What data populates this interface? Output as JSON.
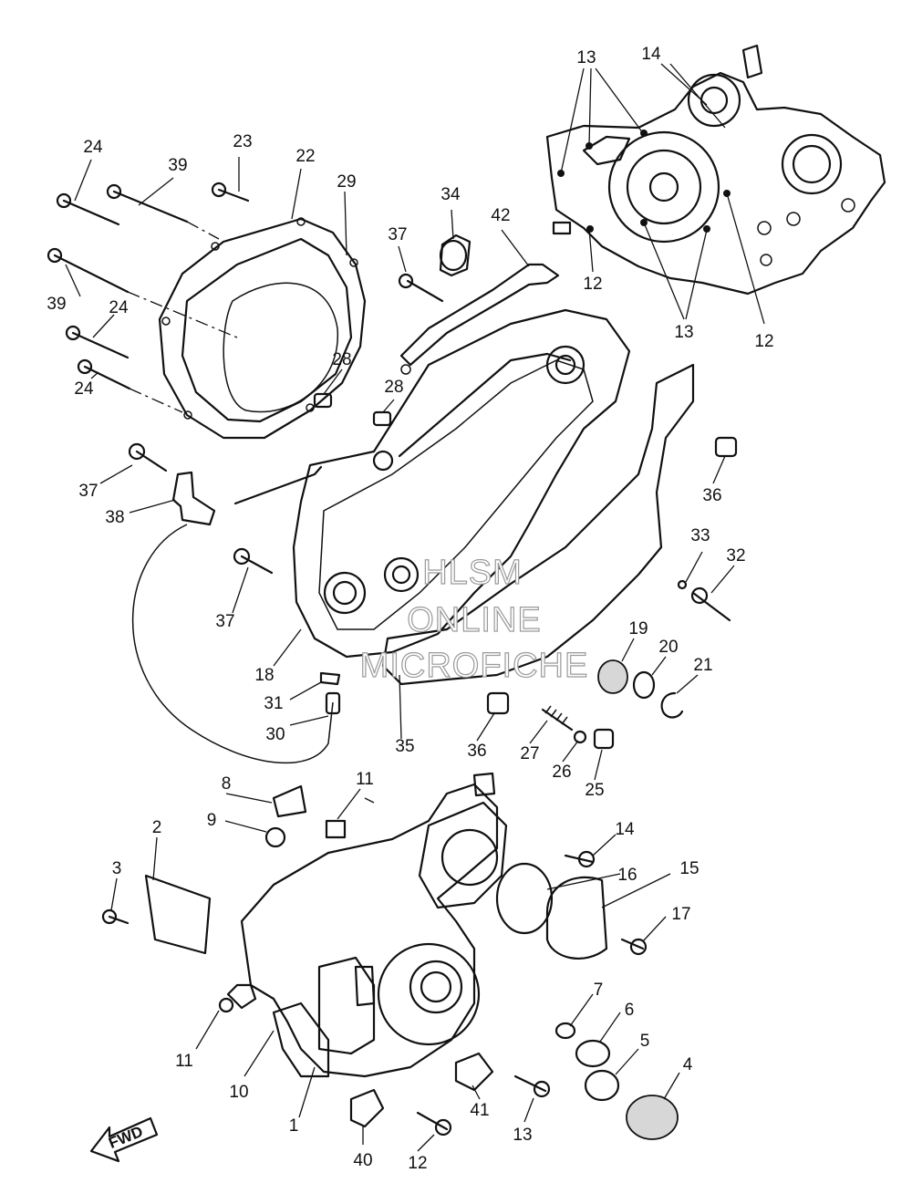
{
  "callouts": [
    {
      "id": "c1",
      "text": "1"
    },
    {
      "id": "c2",
      "text": "2"
    },
    {
      "id": "c3",
      "text": "3"
    },
    {
      "id": "c4",
      "text": "4"
    },
    {
      "id": "c5",
      "text": "5"
    },
    {
      "id": "c6",
      "text": "6"
    },
    {
      "id": "c7",
      "text": "7"
    },
    {
      "id": "c8",
      "text": "8"
    },
    {
      "id": "c9",
      "text": "9"
    },
    {
      "id": "c10",
      "text": "10"
    },
    {
      "id": "c11a",
      "text": "11"
    },
    {
      "id": "c11b",
      "text": "11"
    },
    {
      "id": "c12a",
      "text": "12"
    },
    {
      "id": "c12b",
      "text": "12"
    },
    {
      "id": "c12c",
      "text": "12"
    },
    {
      "id": "c13a",
      "text": "13"
    },
    {
      "id": "c13b",
      "text": "13"
    },
    {
      "id": "c13c",
      "text": "13"
    },
    {
      "id": "c14a",
      "text": "14"
    },
    {
      "id": "c14b",
      "text": "14"
    },
    {
      "id": "c15",
      "text": "15"
    },
    {
      "id": "c16",
      "text": "16"
    },
    {
      "id": "c17",
      "text": "17"
    },
    {
      "id": "c18",
      "text": "18"
    },
    {
      "id": "c19",
      "text": "19"
    },
    {
      "id": "c20",
      "text": "20"
    },
    {
      "id": "c21",
      "text": "21"
    },
    {
      "id": "c22",
      "text": "22"
    },
    {
      "id": "c23",
      "text": "23"
    },
    {
      "id": "c24a",
      "text": "24"
    },
    {
      "id": "c24b",
      "text": "24"
    },
    {
      "id": "c24c",
      "text": "24"
    },
    {
      "id": "c25",
      "text": "25"
    },
    {
      "id": "c26",
      "text": "26"
    },
    {
      "id": "c27",
      "text": "27"
    },
    {
      "id": "c28a",
      "text": "28"
    },
    {
      "id": "c28b",
      "text": "28"
    },
    {
      "id": "c29",
      "text": "29"
    },
    {
      "id": "c30",
      "text": "30"
    },
    {
      "id": "c31",
      "text": "31"
    },
    {
      "id": "c32",
      "text": "32"
    },
    {
      "id": "c33",
      "text": "33"
    },
    {
      "id": "c34",
      "text": "34"
    },
    {
      "id": "c35",
      "text": "35"
    },
    {
      "id": "c36a",
      "text": "36"
    },
    {
      "id": "c36b",
      "text": "36"
    },
    {
      "id": "c37a",
      "text": "37"
    },
    {
      "id": "c37b",
      "text": "37"
    },
    {
      "id": "c37c",
      "text": "37"
    },
    {
      "id": "c38",
      "text": "38"
    },
    {
      "id": "c39a",
      "text": "39"
    },
    {
      "id": "c39b",
      "text": "39"
    },
    {
      "id": "c40",
      "text": "40"
    },
    {
      "id": "c41",
      "text": "41"
    },
    {
      "id": "c42",
      "text": "42"
    }
  ],
  "watermark": {
    "line1": "HLSM",
    "line2": "ONLINE",
    "line3": "MICROFICHE"
  },
  "fwd_label": "FWD"
}
